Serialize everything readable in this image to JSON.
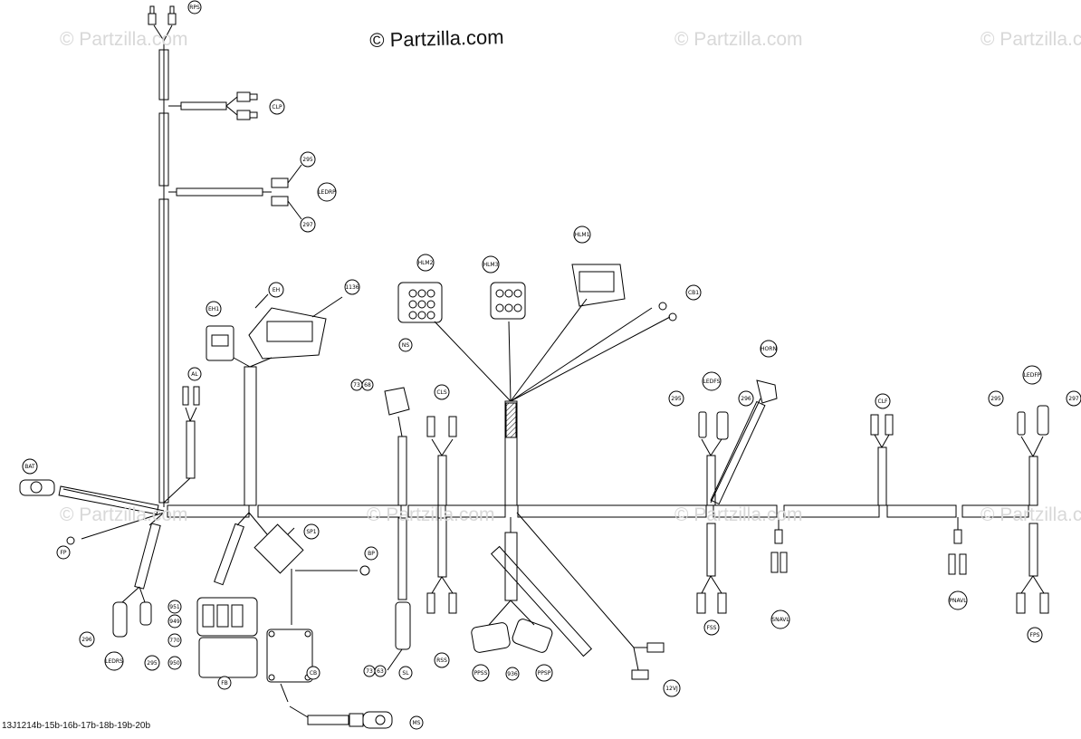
{
  "copyright": "© Partzilla.com",
  "watermark": "© Partzilla.com",
  "diagram_code": "13J1214b-15b-16b-17b-18b-19b-20b",
  "labels": {
    "rps": "RPS",
    "clp": "CLP",
    "l295a": "295",
    "ledrp": "LEDRP",
    "l297a": "297",
    "eh1": "EH1",
    "eh": "EH",
    "l1136": "1136",
    "al": "AL",
    "bat": "BAT",
    "fp": "FP",
    "hlm2": "HLM2",
    "hlm3": "HLM3",
    "hlm1": "HLM1",
    "cb1": "CB1",
    "ns": "NS",
    "l73a": "73",
    "l68": "68",
    "cls": "CLS",
    "sp1": "SP1",
    "bp": "BP",
    "l951": "951",
    "l949": "949",
    "l770": "770",
    "l950": "950",
    "fb": "FB",
    "cb": "CB",
    "l296a": "296",
    "ledrs": "LEDRS",
    "l295b": "295",
    "l73b": "73",
    "l63": "63",
    "sl": "SL",
    "rss": "RSS",
    "ms": "MS",
    "ppss": "PPSS",
    "l936": "936",
    "ppsp": "PPSP",
    "l12vj": "12VJ",
    "horn": "HORN",
    "ledfs": "LEDFS",
    "l295c": "295",
    "l296b": "296",
    "clf": "CLF",
    "ledfp": "LEDFP",
    "l295d": "295",
    "l297b": "297",
    "fss": "FSS",
    "snavl": "SNAVL",
    "pnavl": "PNAVL",
    "fps": "FPS"
  }
}
